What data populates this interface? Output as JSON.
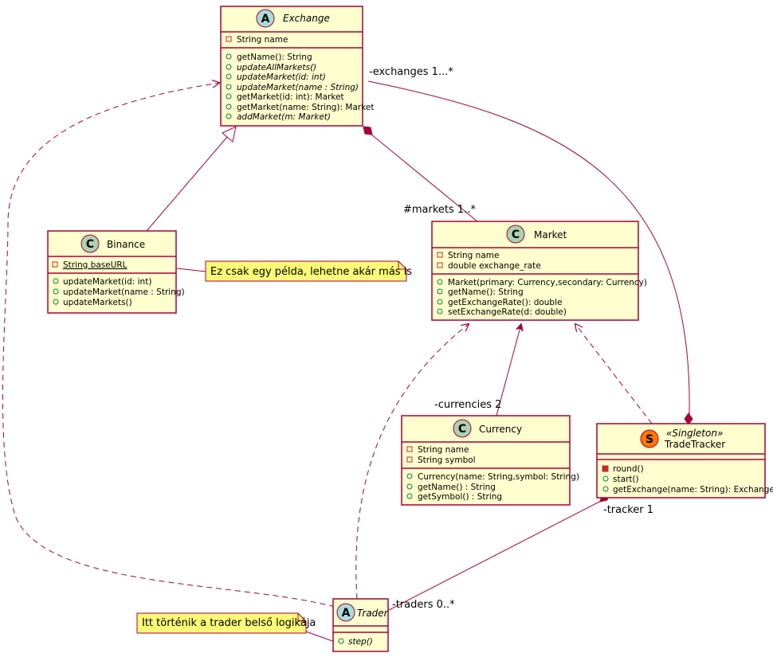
{
  "colors": {
    "class_fill": "#FEFECE",
    "border": "#A80036",
    "note_fill": "#FBFB77",
    "abstract_spot": "#A9DCDF",
    "class_spot": "#ADD1B2",
    "singleton_spot": "#FF7700",
    "public_icon": "#84BE84",
    "private_icon": "#C82930"
  },
  "classes": {
    "exchange": {
      "spot": "A",
      "name": "Exchange",
      "fields": [
        "String name"
      ],
      "methods": [
        "getName(): String",
        "updateAllMarkets()",
        "updateMarket(id: int)",
        "updateMarket(name : String)",
        "getMarket(id: int): Market",
        "getMarket(name: String): Market",
        "addMarket(m: Market)"
      ]
    },
    "binance": {
      "spot": "C",
      "name": "Binance",
      "fields": [
        "String baseURL"
      ],
      "methods": [
        "updateMarket(id: int)",
        "updateMarket(name : String)",
        "updateMarkets()"
      ]
    },
    "market": {
      "spot": "C",
      "name": "Market",
      "fields": [
        "String name",
        "double exchange_rate"
      ],
      "methods": [
        "Market(primary: Currency,secondary: Currency)",
        "getName(): String",
        "getExchangeRate(): double",
        "setExchangeRate(d: double)"
      ]
    },
    "currency": {
      "spot": "C",
      "name": "Currency",
      "fields": [
        "String name",
        "String symbol"
      ],
      "methods": [
        "Currency(name: String,symbol: String)",
        "getName() : String",
        "getSymbol() : String"
      ]
    },
    "tradetracker": {
      "spot": "S",
      "stereotype": "«Singleton»",
      "name": "TradeTracker",
      "fields": [],
      "methods": [
        "round()",
        "start()",
        "getExchange(name: String): Exchange"
      ]
    },
    "trader": {
      "spot": "A",
      "name": "Trader",
      "fields": [],
      "methods": [
        "step()"
      ]
    }
  },
  "notes": {
    "binance_note": "Ez csak egy példa, lehetne akár más is",
    "trader_note": "Itt történik a trader belső logikája"
  },
  "edge_labels": {
    "exchanges": "-exchanges 1...*",
    "markets": "#markets 1..*",
    "currencies": "-currencies 2",
    "tracker": "-tracker 1",
    "traders": "-traders 0..*"
  }
}
